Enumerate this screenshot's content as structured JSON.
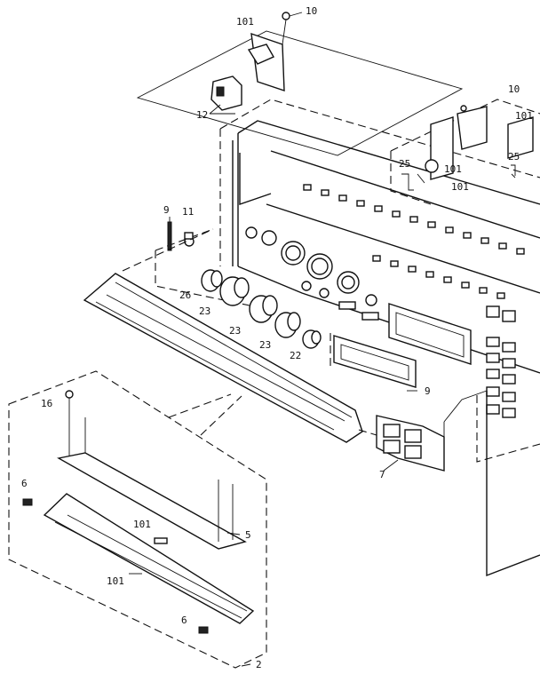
{
  "labels": {
    "l10_top": "10",
    "l101_top": "101",
    "l12": "12",
    "l10_right": "10",
    "l101_right1": "101",
    "l101_right2": "101",
    "l101_right3": "101",
    "l25_a": "25",
    "l25_b": "25",
    "l9_top": "9",
    "l11": "11",
    "l26": "26",
    "l23_a": "23",
    "l23_b": "23",
    "l23_c": "23",
    "l22": "22",
    "l9_bottom": "9",
    "l7": "7",
    "l16": "16",
    "l6_a": "6",
    "l6_b": "6",
    "l5": "5",
    "l101_bot1": "101",
    "l101_bot2": "101",
    "l2": "2"
  }
}
